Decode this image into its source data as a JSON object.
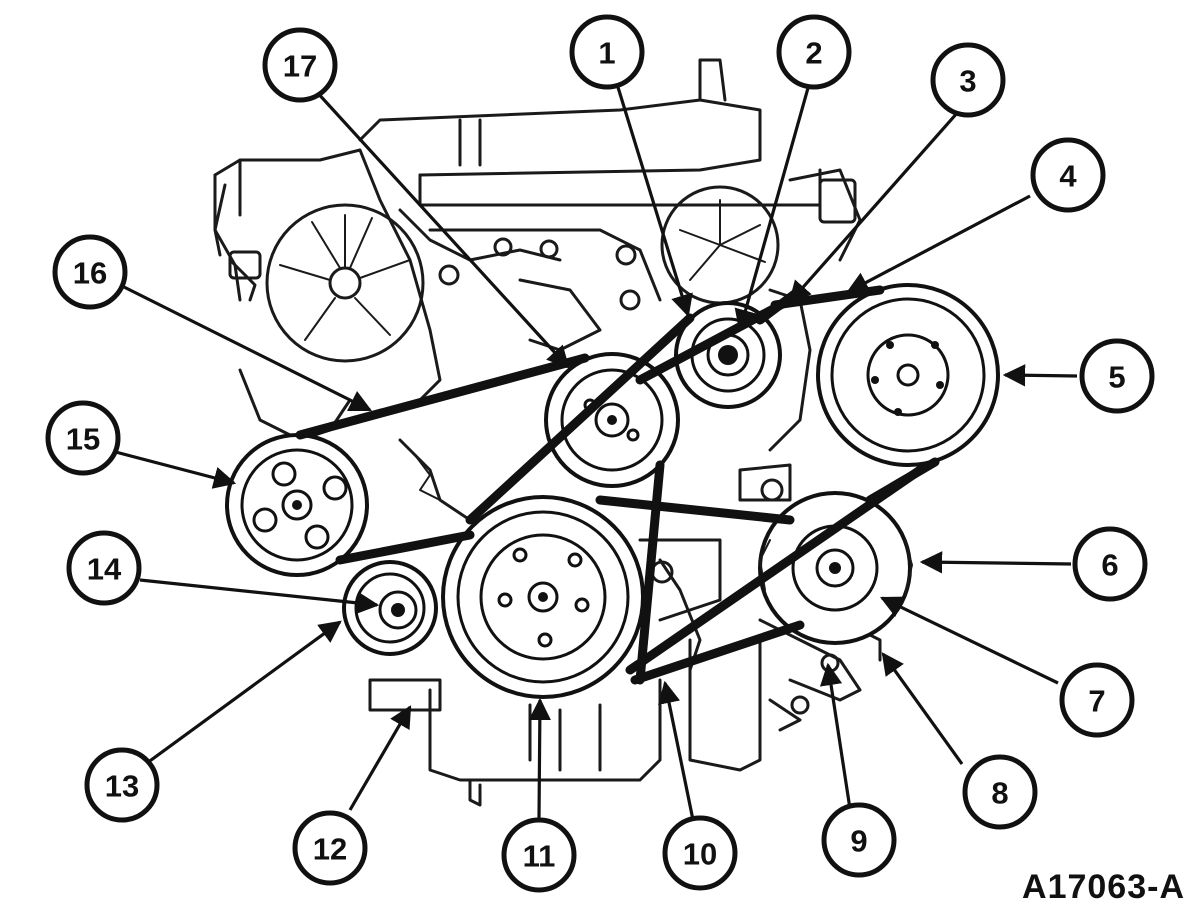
{
  "figure": {
    "id": "A17063-A"
  },
  "callouts": [
    "1",
    "2",
    "3",
    "4",
    "5",
    "6",
    "7",
    "8",
    "9",
    "10",
    "11",
    "12",
    "13",
    "14",
    "15",
    "16",
    "17"
  ],
  "colors": {
    "ink": "#111111",
    "paper": "#ffffff"
  }
}
